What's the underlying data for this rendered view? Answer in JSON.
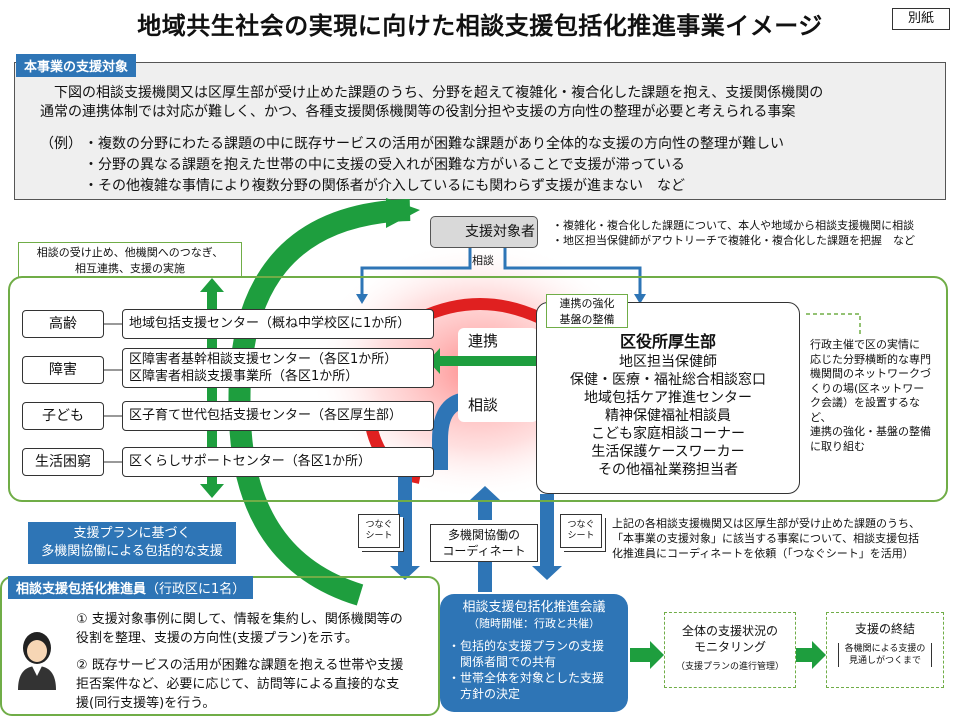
{
  "title": "地域共生社会の実現に向けた相談支援包括化推進事業イメージ",
  "betsu": "別紙",
  "target": {
    "label": "本事業の支援対象",
    "description_1": "下図の相談支援機関又は区厚生部が受け止めた課題のうち、分野を超えて複雑化・複合化した課題を抱え、支援関係機関の",
    "description_2": "通常の連携体制では対応が難しく、かつ、各種支援関係機関等の役割分担や支援の方向性の整理が必要と考えられる事案",
    "example_label": "（例）",
    "examples": [
      "・複数の分野にわたる課題の中に既存サービスの活用が困難な課題があり全体的な支援の方向性の整理が難しい",
      "・分野の異なる課題を抱えた世帯の中に支援の受入れが困難な方がいることで支援が滞っている",
      "・その他複雑な事情により複数分野の関係者が介入しているにも関わらず支援が進まない　など"
    ]
  },
  "subject": {
    "label": "支援対象者",
    "notes": [
      "・複雑化・複合化した課題について、本人や地域から相談支援機関に相談",
      "・地区担当保健師がアウトリーチで複雑化・複合化した課題を把握　など"
    ],
    "consult": "相談"
  },
  "callout_left": [
    "相談の受け止め、他機関へのつなぎ、",
    "相互連携、支援の実施"
  ],
  "categories": [
    {
      "cat": "高齢",
      "inst": [
        "地域包括支援センター（概ね中学校区に1か所）"
      ]
    },
    {
      "cat": "障害",
      "inst": [
        "区障害者基幹相談支援センター（各区1か所）",
        "区障害者相談支援事業所（各区1か所）"
      ]
    },
    {
      "cat": "子ども",
      "inst": [
        "区子育て世代包括支援センター（各区厚生部）"
      ]
    },
    {
      "cat": "生活困窮",
      "inst": [
        "区くらしサポートセンター（各区1か所）"
      ]
    }
  ],
  "center": {
    "renkei": "連携",
    "soudan": "相談"
  },
  "ward": {
    "heading": "区役所厚生部",
    "items": [
      "地区担当保健師",
      "保健・医療・福祉総合相談窓口",
      "地域包括ケア推進センター",
      "精神保健福祉相談員",
      "こども家庭相談コーナー",
      "生活保護ケースワーカー",
      "その他福祉業務担当者"
    ]
  },
  "strengthen": [
    "連携の強化",
    "基盤の整備"
  ],
  "right_note": [
    "行政主催で区の実情に",
    "応じた分野横断的な専門",
    "機関間のネットワークづ",
    "くりの場(区ネットワー",
    "ク会議）を設置するなど、",
    "連携の強化・基盤の整備",
    "に取り組む"
  ],
  "sheet_label": [
    "つなぐ",
    "シート"
  ],
  "plan_box": [
    "支援プランに基づく",
    "多機関協働による包括的な支援"
  ],
  "coordinate_box": [
    "多機関協働の",
    "コーディネート"
  ],
  "request_note": [
    "上記の各相談支援機関又は区厚生部が受け止めた課題のうち、",
    "「本事業の支援対象」に該当する事案について、相談支援包括",
    "化推進員にコーディネートを依頼（「つなぐシート」を活用）"
  ],
  "coordinator": {
    "label": "相談支援包括化推進員",
    "label_sub": "（行政区に1名）",
    "item1": [
      "① 支援対象事例に関して、情報を集約し、関係機関等の",
      "役割を整理、支援の方向性(支援プラン)を示す。"
    ],
    "item2": [
      "② 既存サービスの活用が困難な課題を抱える世帯や支援",
      "拒否案件など、必要に応じて、訪問等による直接的な支",
      "援(同行支援等)を行う。"
    ]
  },
  "meeting": {
    "title": "相談支援包括化推進会議",
    "sub": "（随時開催：行政と共催）",
    "items": [
      "・包括的な支援プランの支援",
      "　関係者間での共有",
      "・世帯全体を対象とした支援",
      "　方針の決定"
    ]
  },
  "monitor": {
    "lines": [
      "全体の支援状況の",
      "モニタリング"
    ],
    "sub": "（支援プランの進行管理）"
  },
  "end": {
    "title": "支援の終結",
    "sub": [
      "各機関による支援の",
      "見通しがつくまで"
    ]
  },
  "colors": {
    "accent_blue": "#2e75b6",
    "green": "#70ad47",
    "arrow_green": "#1e9e3e",
    "red": "#e02020"
  }
}
